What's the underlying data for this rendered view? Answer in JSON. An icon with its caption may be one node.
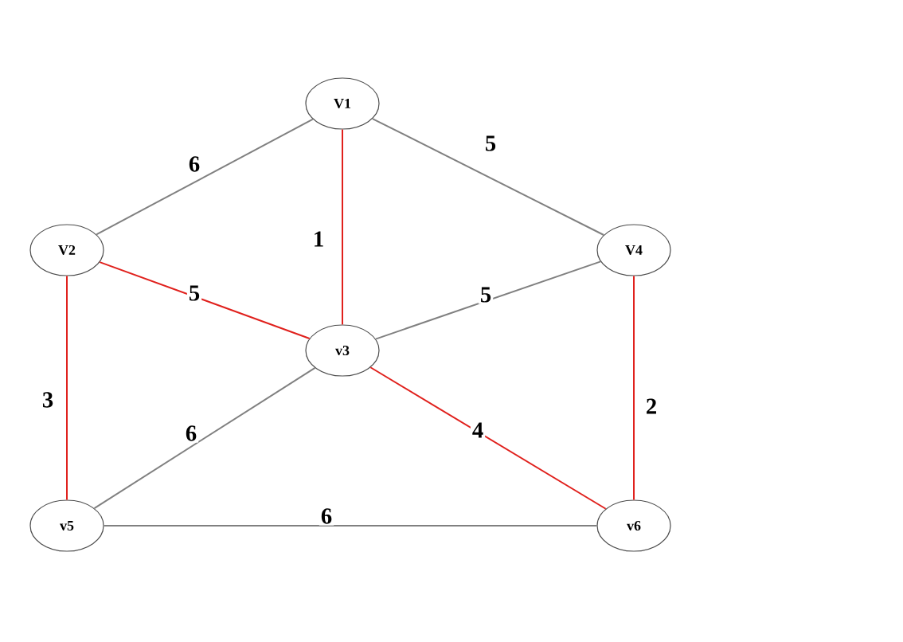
{
  "diagram": {
    "nodes": [
      {
        "text": [
          "V1"
        ]
      },
      {
        "text": [
          "V2"
        ]
      },
      {
        "text": [
          "V4"
        ]
      },
      {
        "text": [
          "v3"
        ]
      },
      {
        "text": [
          "v5"
        ]
      },
      {
        "text": [
          "v6"
        ]
      }
    ],
    "edges": [
      {
        "from": 0,
        "to": 1,
        "arrow": "none",
        "label": "6"
      },
      {
        "from": 0,
        "to": 2,
        "arrow": "none",
        "label": "5"
      },
      {
        "from": 0,
        "to": 3,
        "arrow": "none",
        "label": "1",
        "color": "#e0201c"
      },
      {
        "from": 1,
        "to": 3,
        "arrow": "none",
        "label": "5",
        "color": "#e0201c"
      },
      {
        "from": 3,
        "to": 2,
        "arrow": "none",
        "label": "5"
      },
      {
        "from": 1,
        "to": 4,
        "arrow": "none",
        "label": "3",
        "color": "#e0201c"
      },
      {
        "from": 2,
        "to": 5,
        "arrow": "none",
        "label": "2",
        "color": "#e0201c"
      },
      {
        "from": 3,
        "to": 4,
        "arrow": "none",
        "label": "6"
      },
      {
        "from": 3,
        "to": 5,
        "arrow": "none",
        "label": "4",
        "color": "#e0201c"
      },
      {
        "from": 4,
        "to": 5,
        "arrow": "none",
        "label": "6"
      }
    ]
  }
}
